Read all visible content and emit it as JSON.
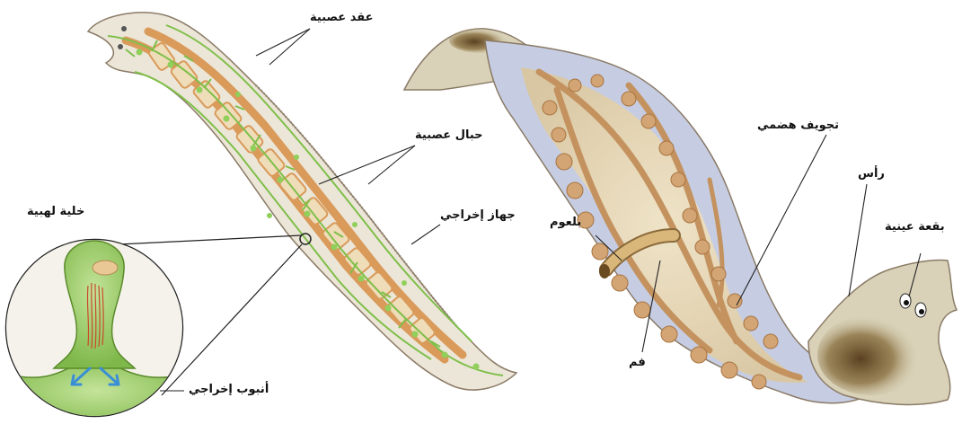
{
  "labels": {
    "nerve_ganglia": "عقد عصبية",
    "nerve_cords": "حبال عصبية",
    "excretory_system": "جهاز إخراجي",
    "flame_cell": "خلية لهبية",
    "excretory_tubule": "أنبوب إخراجي",
    "digestive_cavity": "تجويف هضمي",
    "head": "رأس",
    "eyespot": "بقعة عينية",
    "pharynx": "بلعوم",
    "mouth": "فم"
  },
  "colors": {
    "body_fill": "#ece6d8",
    "body_edge": "#8a7a66",
    "ladder_orange": "#d99a5a",
    "ladder_light": "#efdcb8",
    "green_network": "#7fbf4a",
    "gut_tan": "#c4925e",
    "side_blue": "#c6cde3",
    "pigment_dark": "#4a3a22",
    "flame_green": "#7cb63a",
    "flame_arrows": "#3a8ed6",
    "leader_line": "#222222"
  }
}
